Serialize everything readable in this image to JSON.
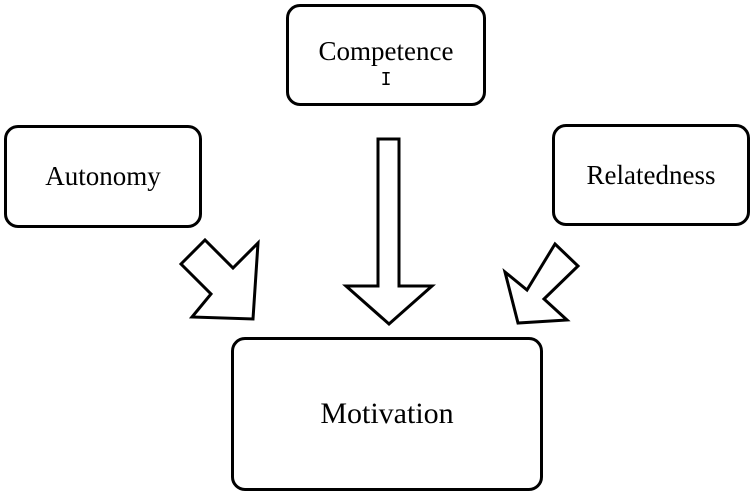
{
  "diagram": {
    "nodes": {
      "competence": "Competence",
      "autonomy": "Autonomy",
      "relatedness": "Relatedness",
      "motivation": "Motivation"
    },
    "edges": [
      {
        "from": "Autonomy",
        "to": "Motivation"
      },
      {
        "from": "Competence",
        "to": "Motivation"
      },
      {
        "from": "Relatedness",
        "to": "Motivation"
      }
    ],
    "cursor_glyph": "I"
  }
}
